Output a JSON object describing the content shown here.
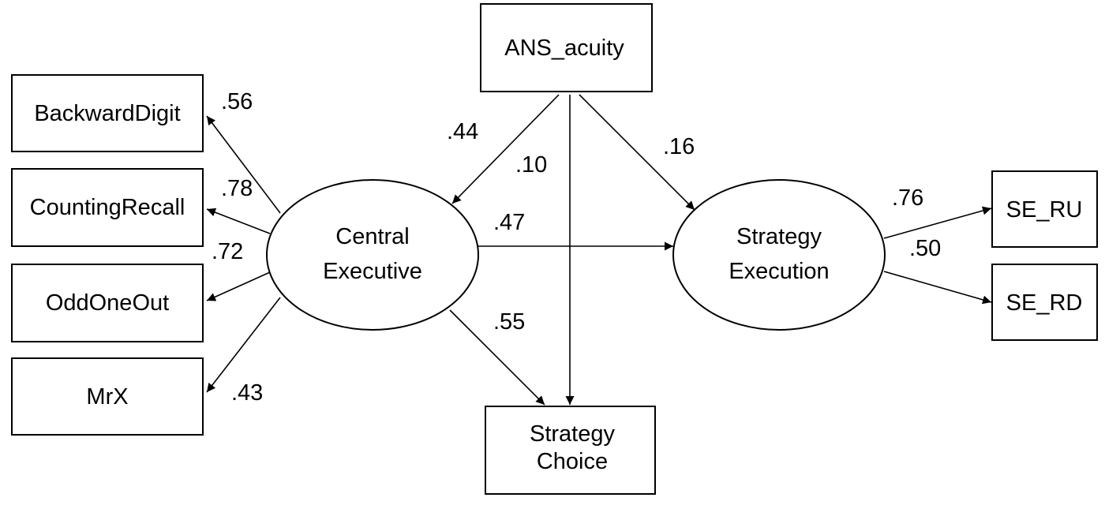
{
  "nodes": {
    "ans_acuity": "ANS_acuity",
    "backward_digit": "BackwardDigit",
    "counting_recall": "CountingRecall",
    "odd_one_out": "OddOneOut",
    "mrx": "MrX",
    "central_executive": [
      "Central",
      "Executive"
    ],
    "strategy_execution": [
      "Strategy",
      "Execution"
    ],
    "strategy_choice": [
      "Strategy",
      "Choice"
    ],
    "se_ru": "SE_RU",
    "se_rd": "SE_RD"
  },
  "coefficients": {
    "ce_backward_digit": ".56",
    "ce_counting_recall": ".78",
    "ce_odd_one_out": ".72",
    "ce_mrx": ".43",
    "ans_ce": ".44",
    "ans_choice": ".10",
    "ans_execution": ".16",
    "ce_execution": ".47",
    "ce_choice": ".55",
    "execution_se_ru": ".76",
    "execution_se_rd": ".50"
  },
  "colors": {
    "stroke": "#000000",
    "background": "#ffffff"
  }
}
